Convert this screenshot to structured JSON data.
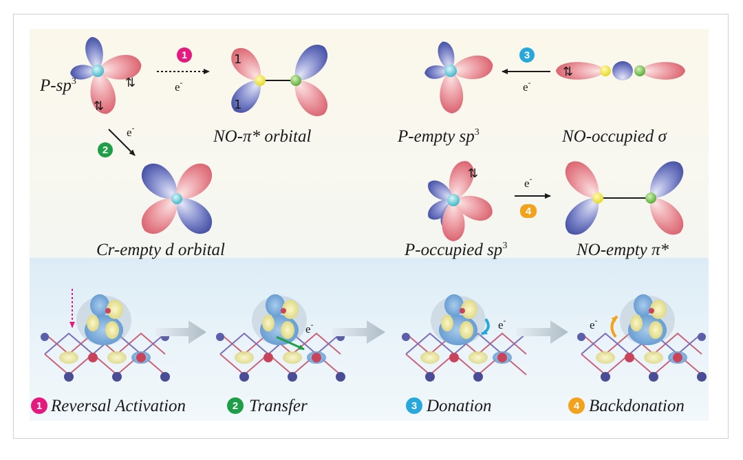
{
  "orbital_labels": {
    "p_sp3": "P-sp",
    "p_sp3_sup": "3",
    "no_pi_star_orbital": "NO-π* orbital",
    "cr_empty_d_orbital": "Cr-empty d orbital",
    "p_empty_sp3": "P-empty sp",
    "p_empty_sp3_sup": "3",
    "no_occupied_sigma": "NO-occupied σ",
    "p_occupied_sp3": "P-occupied sp",
    "p_occupied_sp3_sup": "3",
    "no_empty_pi_star": "NO-empty π*"
  },
  "electron_symbol": "e",
  "electron_superscript": "-",
  "spin_pair": "⇅",
  "single_electron": "1",
  "steps": [
    {
      "number": "1",
      "label": "Reversal Activation",
      "color": "#e6197f"
    },
    {
      "number": "2",
      "label": "Transfer",
      "color": "#1f9e48"
    },
    {
      "number": "3",
      "label": "Donation",
      "color": "#27a8dd"
    },
    {
      "number": "4",
      "label": "Backdonation",
      "color": "#f3a21c"
    }
  ],
  "colors": {
    "lobe_red": "#e78790",
    "lobe_blue": "#4c58b0",
    "atom_cyan": "#55c6d4",
    "atom_yellow": "#f1ea36",
    "atom_green": "#6ec043"
  }
}
